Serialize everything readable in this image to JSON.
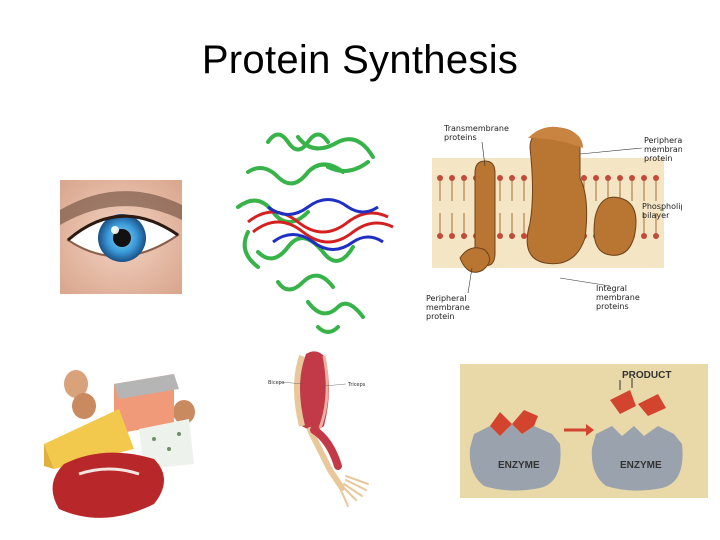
{
  "slide": {
    "title": "Protein Synthesis"
  },
  "membrane_diagram": {
    "labels": {
      "transmembrane": "Transmembrane\nproteins",
      "peripheral_top": "Peripheral\nmembrane\nprotein",
      "phospholipid": "Phospholipid\nbilayer",
      "peripheral_bottom": "Peripheral\nmembrane\nprotein",
      "integral": "Integral\nmembrane\nproteins"
    }
  },
  "enzyme_diagram": {
    "product_label": "PRODUCT",
    "enzyme_label_left": "ENZYME",
    "enzyme_label_right": "ENZYME"
  },
  "muscle_diagram": {
    "biceps_label": "Biceps",
    "triceps_label": "Triceps"
  },
  "colors": {
    "protein_brown": "#b97532",
    "enzyme_gray": "#9aa3ad",
    "substrate_red": "#d2442e",
    "enzyme_bg": "#e9d9a8"
  }
}
